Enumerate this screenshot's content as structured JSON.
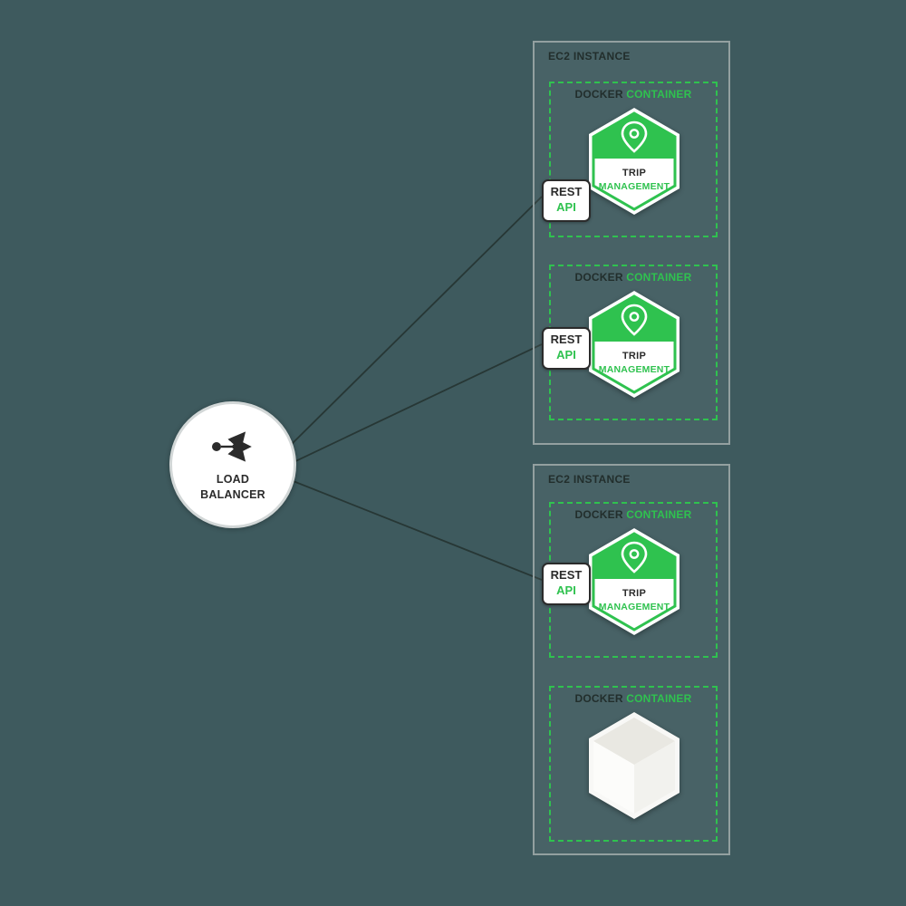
{
  "colors": {
    "background": "#3e5a5e",
    "green": "#2fc24f",
    "dark": "#2b2b2b",
    "instance_border": "#93a0a0"
  },
  "load_balancer": {
    "line1": "LOAD",
    "line2": "BALANCER"
  },
  "instances": [
    {
      "label": "EC2 INSTANCE",
      "containers": [
        {
          "title_dark": "DOCKER",
          "title_green": "CONTAINER",
          "service_line1": "TRIP",
          "service_line2": "MANAGEMENT",
          "badge_line1": "REST",
          "badge_line2": "API"
        },
        {
          "title_dark": "DOCKER",
          "title_green": "CONTAINER",
          "service_line1": "TRIP",
          "service_line2": "MANAGEMENT",
          "badge_line1": "REST",
          "badge_line2": "API"
        }
      ]
    },
    {
      "label": "EC2 INSTANCE",
      "containers": [
        {
          "title_dark": "DOCKER",
          "title_green": "CONTAINER",
          "service_line1": "TRIP",
          "service_line2": "MANAGEMENT",
          "badge_line1": "REST",
          "badge_line2": "API"
        },
        {
          "title_dark": "DOCKER",
          "title_green": "CONTAINER",
          "empty": true
        }
      ]
    }
  ]
}
